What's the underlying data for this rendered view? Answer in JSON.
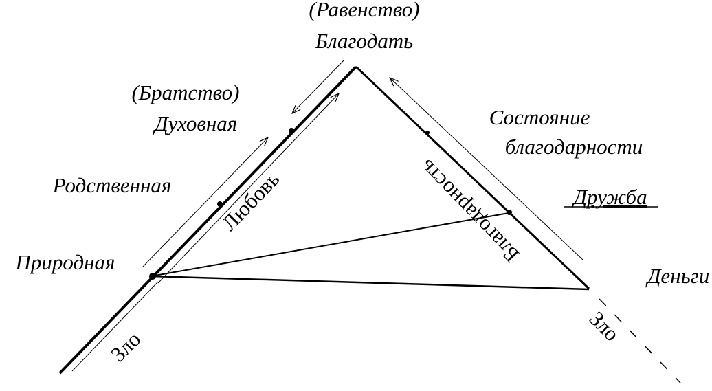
{
  "labels": {
    "equality": "(Равенство)",
    "grace": "Благодать",
    "brotherhood": "(Братство)",
    "spiritual": "Духовная",
    "kindred": "Родственная",
    "natural": "Природная",
    "love": "Любовь",
    "gratitude": "Благодарность",
    "state_line1": "Состояние",
    "state_line2": "благодарности",
    "friendship": "Дружба",
    "money": "Деньги",
    "evil_left": "Зло",
    "evil_right": "Зло"
  },
  "colors": {
    "ink": "#000000",
    "background": "#ffffff"
  }
}
